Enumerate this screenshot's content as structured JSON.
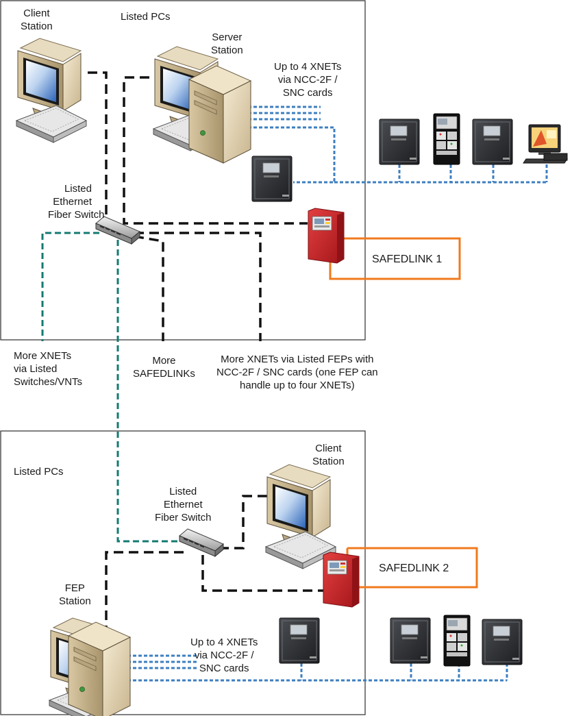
{
  "colors": {
    "ethernet": "#111111",
    "xnet": "#3d7fc0",
    "fiber_teal": "#137a70",
    "safedlink_box": "#f07a1e",
    "frame": "#222222"
  },
  "top": {
    "client_station": [
      "Client",
      "Station"
    ],
    "listed_pcs": "Listed PCs",
    "server_station": [
      "Server",
      "Station"
    ],
    "up_to_xnets": [
      "Up to 4 XNETs",
      "via NCC-2F /",
      "SNC cards"
    ],
    "switch": [
      "Listed",
      "Ethernet",
      "Fiber Switch"
    ],
    "safedlink": "SAFEDLINK 1"
  },
  "middle": {
    "more_xnets": [
      "More XNETs",
      "via Listed",
      "Switches/VNTs"
    ],
    "more_safedlinks": [
      "More",
      "SAFEDLINKs"
    ],
    "more_fep": [
      "More XNETs via Listed FEPs with",
      "NCC-2F / SNC cards (one FEP can",
      "handle up to four XNETs)"
    ]
  },
  "bottom": {
    "listed_pcs": "Listed PCs",
    "client_station": [
      "Client",
      "Station"
    ],
    "switch": [
      "Listed",
      "Ethernet",
      "Fiber Switch"
    ],
    "safedlink": "SAFEDLINK 2",
    "fep_station": [
      "FEP",
      "Station"
    ],
    "up_to_xnets": [
      "Up to 4 XNETs",
      "via NCC-2F /",
      "SNC cards"
    ]
  },
  "icons": [
    "client-pc-icon",
    "server-pc-icon",
    "fiber-switch-icon",
    "xnet-panel-icon",
    "fire-control-panel-icon",
    "workstation-icon"
  ]
}
